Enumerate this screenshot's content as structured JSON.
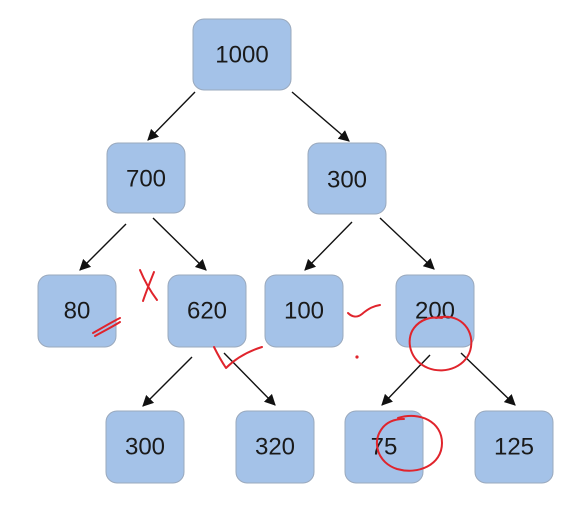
{
  "tree": {
    "nodes": [
      {
        "id": "n1000",
        "label": "1000"
      },
      {
        "id": "n700",
        "label": "700"
      },
      {
        "id": "n300a",
        "label": "300"
      },
      {
        "id": "n80",
        "label": "80"
      },
      {
        "id": "n620",
        "label": "620"
      },
      {
        "id": "n100",
        "label": "100"
      },
      {
        "id": "n200",
        "label": "200"
      },
      {
        "id": "n300b",
        "label": "300"
      },
      {
        "id": "n320",
        "label": "320"
      },
      {
        "id": "n75",
        "label": "75"
      },
      {
        "id": "n125",
        "label": "125"
      }
    ],
    "edges": [
      {
        "from": "n1000",
        "to": "n700"
      },
      {
        "from": "n1000",
        "to": "n300a"
      },
      {
        "from": "n700",
        "to": "n80"
      },
      {
        "from": "n700",
        "to": "n620"
      },
      {
        "from": "n300a",
        "to": "n100"
      },
      {
        "from": "n300a",
        "to": "n200"
      },
      {
        "from": "n620",
        "to": "n300b"
      },
      {
        "from": "n620",
        "to": "n320"
      },
      {
        "from": "n200",
        "to": "n75"
      },
      {
        "from": "n200",
        "to": "n125"
      }
    ]
  },
  "colors": {
    "node_fill": "#a4c2e8",
    "node_border": "#9aa9bd",
    "edge": "#111111",
    "annotation": "#e0242c"
  }
}
